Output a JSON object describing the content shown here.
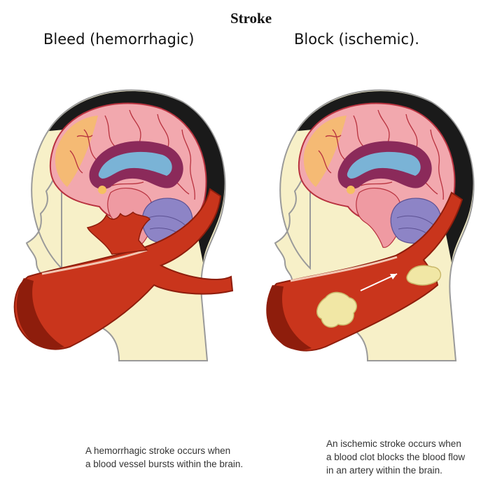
{
  "title": "Stroke",
  "left": {
    "label": "Bleed (hemorrhagic)",
    "caption": [
      "A hemorrhagic stroke occurs when",
      "a blood vessel bursts within the brain."
    ]
  },
  "right": {
    "label": "Block (ischemic).",
    "caption": [
      "An ischemic stroke occurs when",
      "a blood clot blocks the blood flow",
      "in an artery within the brain."
    ]
  },
  "colors": {
    "skin": "#f7f0c8",
    "head_outline": "#9a9a9a",
    "brain": "#f2a8ae",
    "gyri_lines": "#b8323f",
    "ventricle": "#7ab3d6",
    "corpus_callosum": "#8b2a5a",
    "cerebellum": "#8d84c6",
    "artery": "#c9351c",
    "artery_dark": "#8e1d0c",
    "clot": "#f1e7a5"
  }
}
